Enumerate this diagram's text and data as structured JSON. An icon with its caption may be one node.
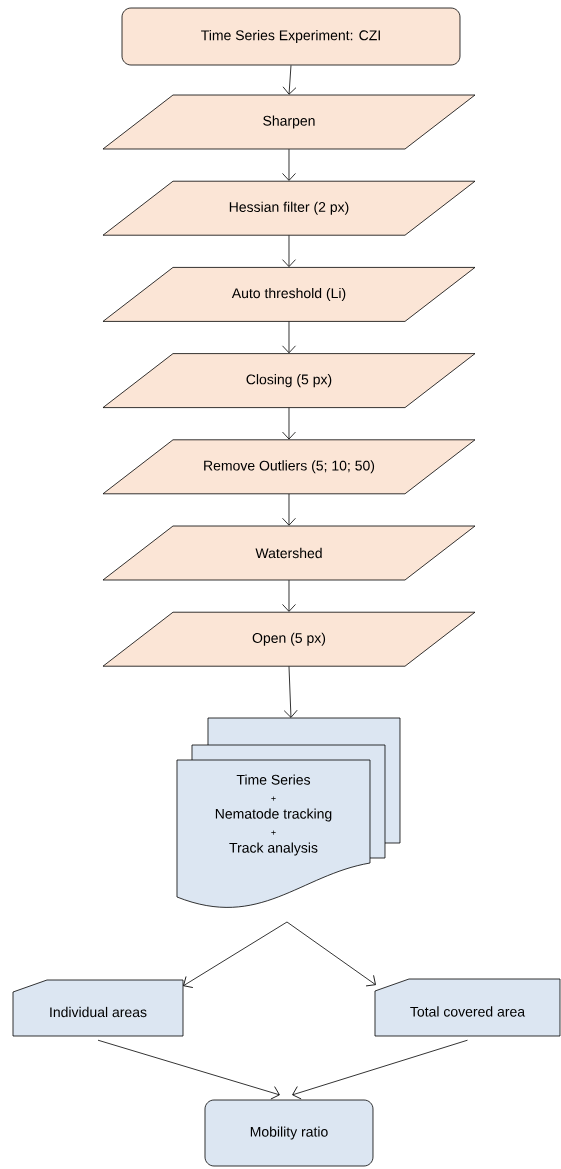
{
  "diagram": {
    "nodes": [
      {
        "text": [
          "Time Series Experiment: CZI"
        ]
      },
      {
        "text": [
          "Sharpen"
        ]
      },
      {
        "text": [
          "Hessian filter (2 px)"
        ]
      },
      {
        "text": [
          "Auto threshold (Li)"
        ]
      },
      {
        "text": [
          "Closing (5 px)"
        ]
      },
      {
        "text": [
          "Remove Outliers (5; 10; 50)"
        ]
      },
      {
        "text": [
          "Watershed"
        ]
      },
      {
        "text": [
          "Open (5 px)"
        ]
      },
      {
        "text": [
          "Time Series",
          "+",
          "Nematode tracking",
          "+",
          "Track analysis"
        ]
      },
      {
        "text": [
          "Individual areas"
        ]
      },
      {
        "text": [
          "Total covered area"
        ]
      },
      {
        "text": [
          "Mobility ratio"
        ]
      }
    ],
    "edges": [
      {
        "from": 0,
        "to": 1,
        "arrow": "to"
      },
      {
        "from": 1,
        "to": 2,
        "arrow": "to"
      },
      {
        "from": 2,
        "to": 3,
        "arrow": "to"
      },
      {
        "from": 3,
        "to": 4,
        "arrow": "to"
      },
      {
        "from": 4,
        "to": 5,
        "arrow": "to"
      },
      {
        "from": 5,
        "to": 6,
        "arrow": "to"
      },
      {
        "from": 6,
        "to": 7,
        "arrow": "to"
      },
      {
        "from": 7,
        "to": 8,
        "arrow": "to"
      },
      {
        "from": 8,
        "to": 9,
        "arrow": "to"
      },
      {
        "from": 8,
        "to": 10,
        "arrow": "to"
      },
      {
        "from": 9,
        "to": 11,
        "arrow": "to"
      },
      {
        "from": 10,
        "to": 11,
        "arrow": "to"
      }
    ]
  }
}
